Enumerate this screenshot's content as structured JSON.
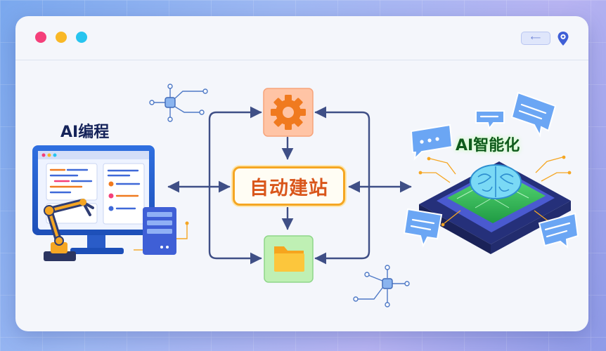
{
  "window": {
    "nav_arrow": "⟵"
  },
  "diagram": {
    "left_label": "AI编程",
    "center_label": "自动建站",
    "right_label": "AI智能化",
    "icons": {
      "top": "gear-icon",
      "bottom": "folder-icon",
      "left": "computer-robot-arm-icon",
      "right": "ai-brain-chip-icon"
    }
  },
  "colors": {
    "accent_orange": "#f5a623",
    "center_text": "#d9561b",
    "arrow": "#3f4f86",
    "gear_box": "#ffc4a5",
    "folder_box": "#bff0b4",
    "chip_green": "#36c25a"
  }
}
